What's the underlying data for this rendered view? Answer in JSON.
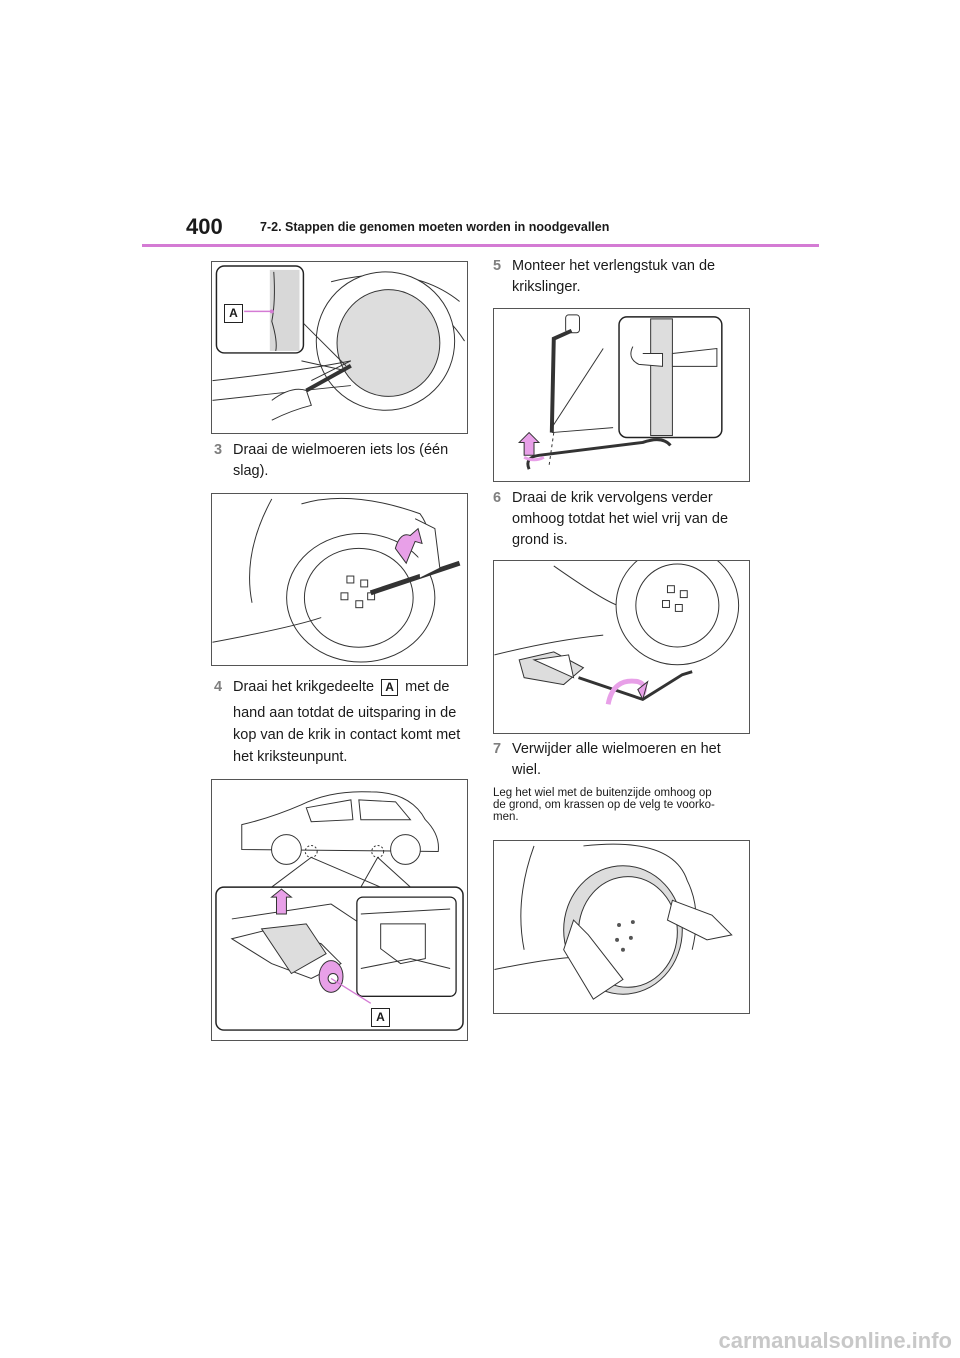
{
  "header": {
    "page_number": "400",
    "chapter": "7-2. Stappen die genomen moeten worden in noodgevallen"
  },
  "steps": [
    {
      "num": "3",
      "lines": [
        "Draai de wielmoeren iets los (één",
        "slag)."
      ]
    },
    {
      "num": "4",
      "line1_before": "Draai het krikgedeelte",
      "line1_tag": "A",
      "line1_after": "met de",
      "lines": [
        "hand aan totdat de uitsparing in de",
        "kop van de krik in contact komt met",
        "het kriksteunpunt."
      ]
    },
    {
      "num": "5",
      "lines": [
        "Monteer het verlengstuk van de",
        "krikslinger."
      ]
    },
    {
      "num": "6",
      "lines": [
        "Draai de krik vervolgens verder",
        "omhoog totdat het wiel vrij van de",
        "grond is."
      ]
    },
    {
      "num": "7",
      "lines": [
        "Verwijder alle wielmoeren en het",
        "wiel."
      ]
    }
  ],
  "note": {
    "lines": [
      "Leg het wiel met de buitenzijde omhoog op",
      "de grond, om krassen op de velg te voorko-",
      "men."
    ]
  },
  "figure_labels": {
    "fig1_callout": "A",
    "fig4_callout": "A"
  },
  "watermark": "carmanualsonline.info",
  "colors": {
    "accent": "#d47bd4",
    "arrow": "#e8a0e8",
    "step_number": "#7f7f7f"
  }
}
